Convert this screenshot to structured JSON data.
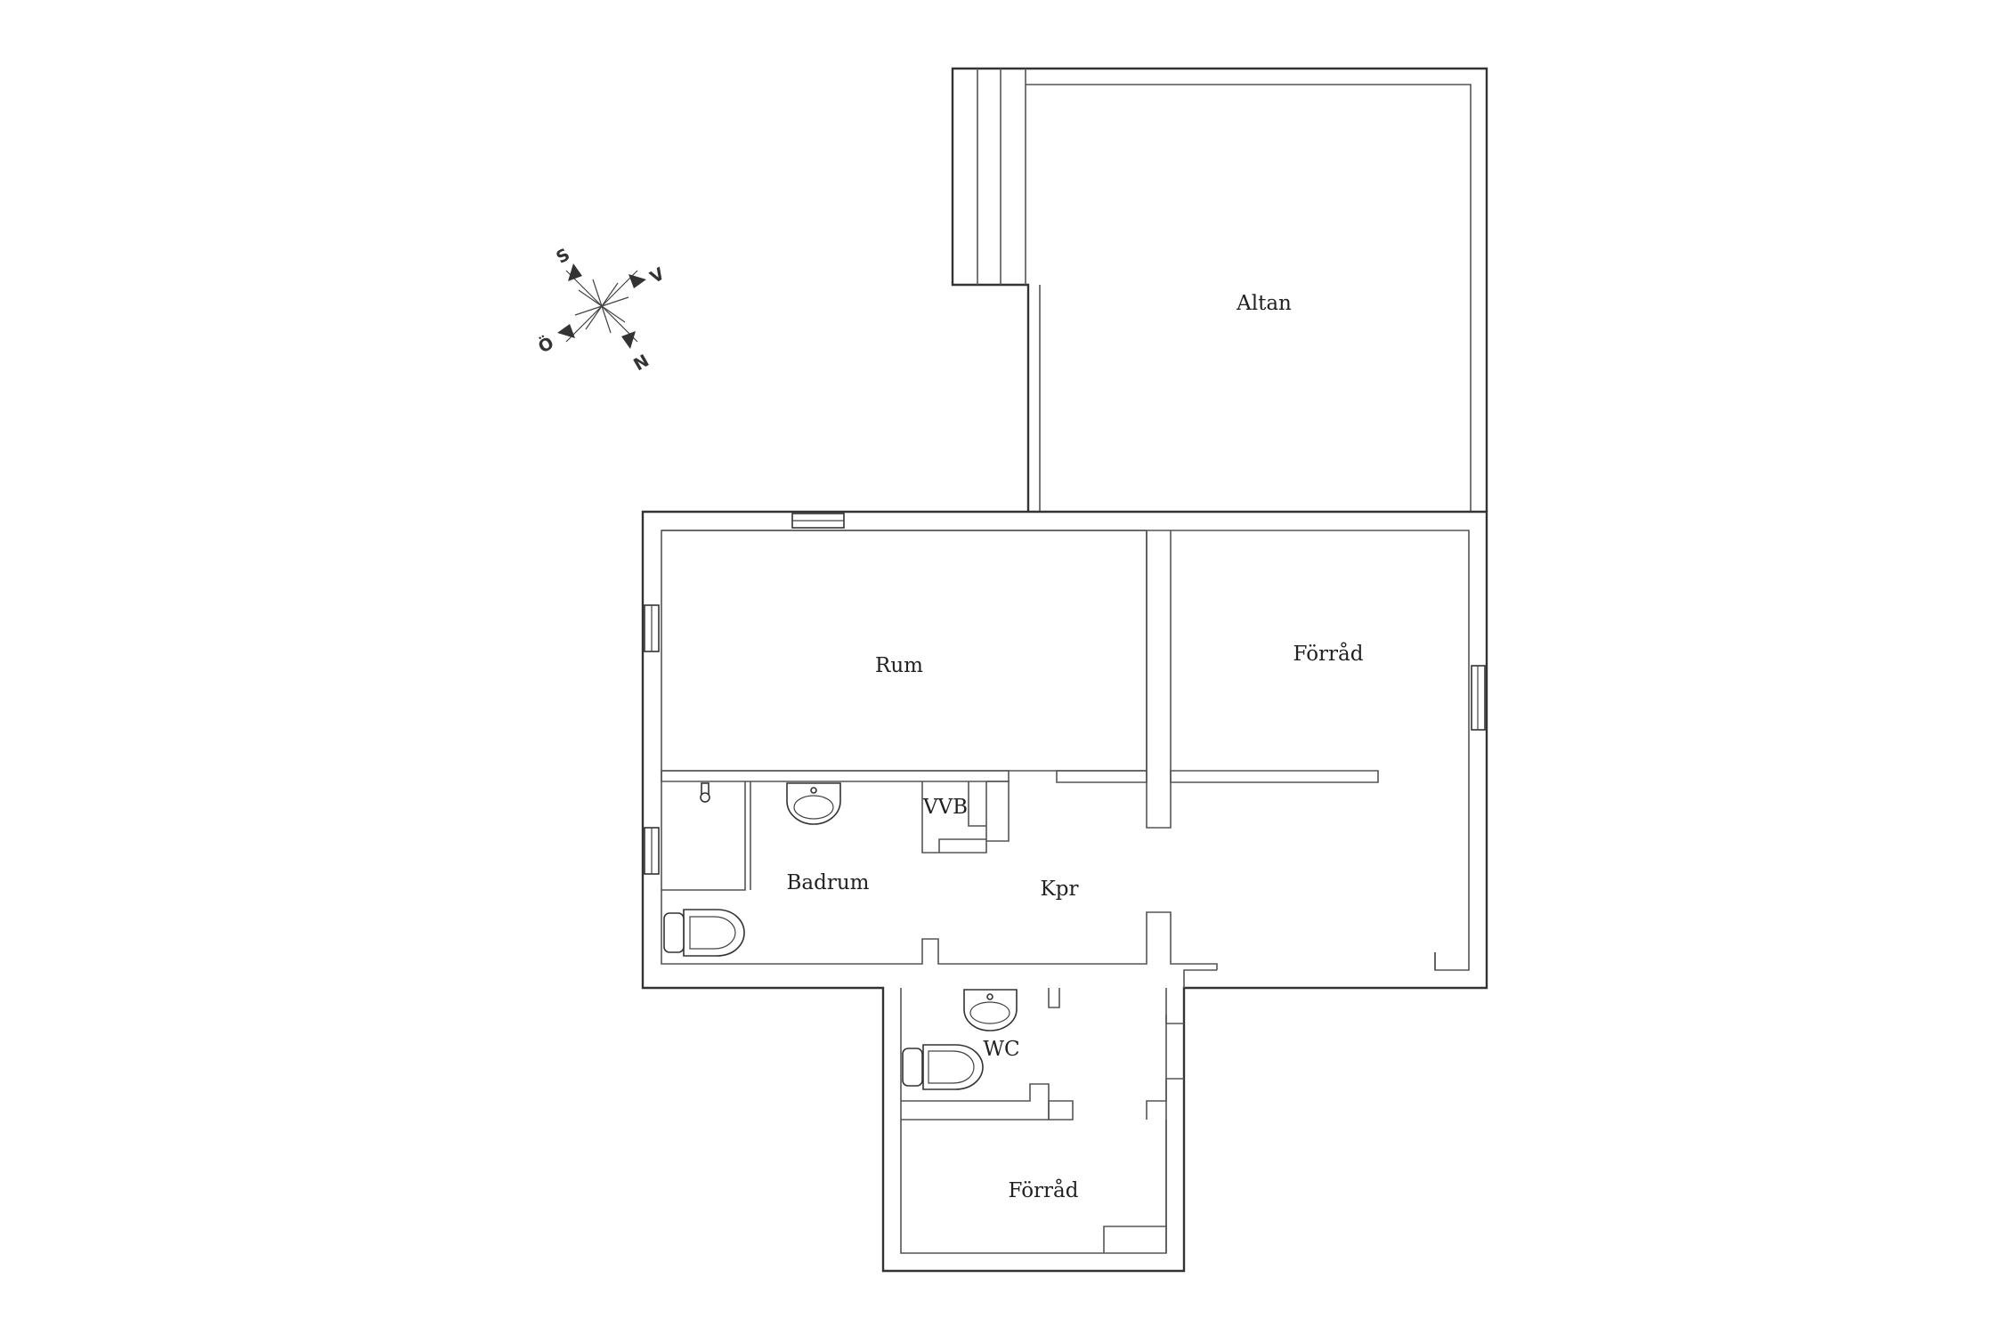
{
  "floorplan": {
    "rooms": [
      {
        "id": "altan",
        "label": "Altan"
      },
      {
        "id": "rum",
        "label": "Rum"
      },
      {
        "id": "forrad1",
        "label": "Förråd"
      },
      {
        "id": "vvb",
        "label": "VVB"
      },
      {
        "id": "badrum",
        "label": "Badrum"
      },
      {
        "id": "kpr",
        "label": "Kpr"
      },
      {
        "id": "wc",
        "label": "WC"
      },
      {
        "id": "forrad2",
        "label": "Förråd"
      }
    ]
  },
  "compass": {
    "labels": {
      "s": "S",
      "v": "V",
      "o": "Ö",
      "n": "N"
    }
  }
}
